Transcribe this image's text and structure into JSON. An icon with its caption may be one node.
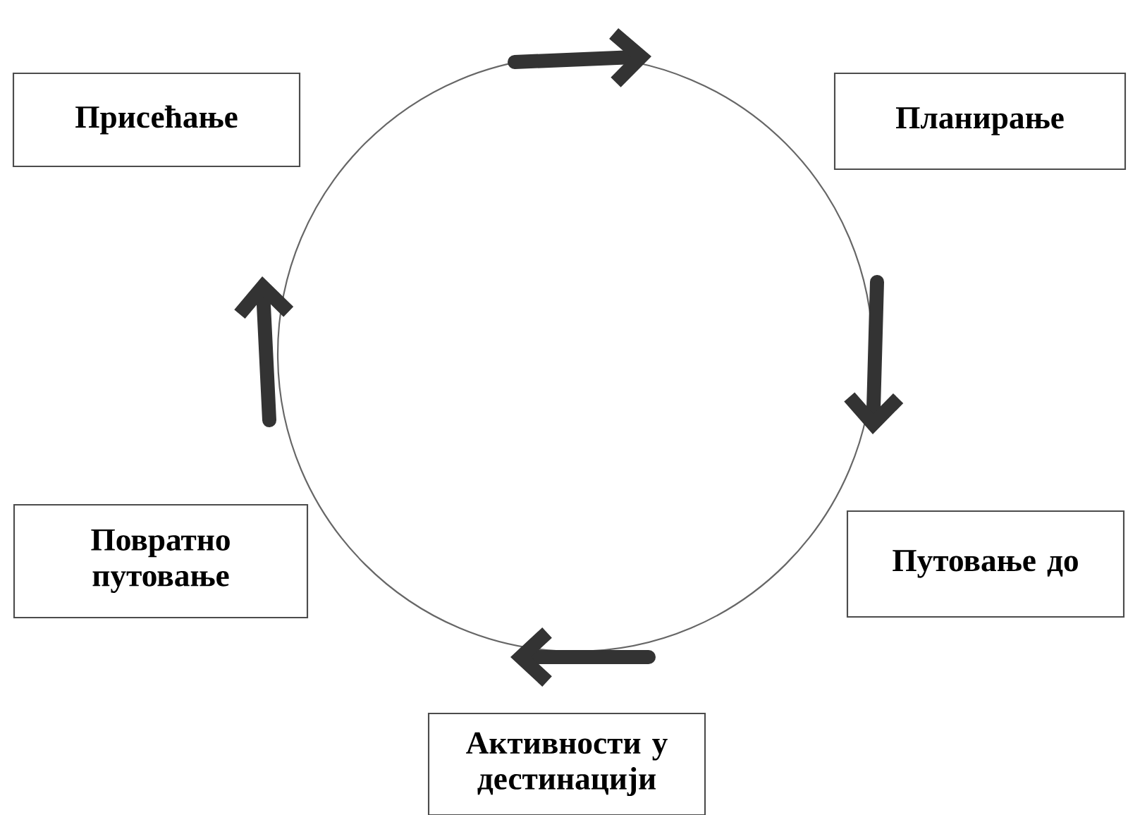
{
  "diagram": {
    "nodes": [
      {
        "text": [
          "Присећање"
        ]
      },
      {
        "text": [
          "Планирање"
        ]
      },
      {
        "text": [
          "Повратно путовање"
        ]
      },
      {
        "text": [
          "Путовање до"
        ]
      },
      {
        "text": [
          "Активности у дестинацији"
        ]
      }
    ]
  }
}
